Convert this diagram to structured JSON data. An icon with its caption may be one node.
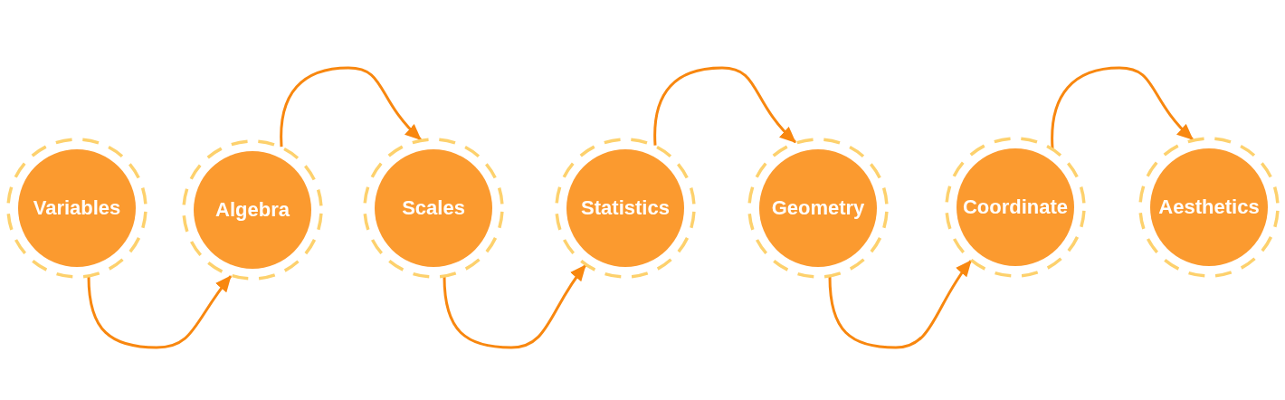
{
  "diagram": {
    "nodes": [
      {
        "text": [
          "Variables"
        ]
      },
      {
        "text": [
          "Algebra"
        ]
      },
      {
        "text": [
          "Scales"
        ]
      },
      {
        "text": [
          "Statistics"
        ]
      },
      {
        "text": [
          "Geometry"
        ]
      },
      {
        "text": [
          "Coordinate"
        ]
      },
      {
        "text": [
          "Aesthetics"
        ]
      }
    ],
    "edges": [
      {
        "from": 0,
        "to": 1,
        "arrow": "to"
      },
      {
        "from": 1,
        "to": 2,
        "arrow": "to"
      },
      {
        "from": 2,
        "to": 3,
        "arrow": "to"
      },
      {
        "from": 3,
        "to": 4,
        "arrow": "to"
      },
      {
        "from": 4,
        "to": 5,
        "arrow": "to"
      },
      {
        "from": 5,
        "to": 6,
        "arrow": "to"
      }
    ]
  }
}
